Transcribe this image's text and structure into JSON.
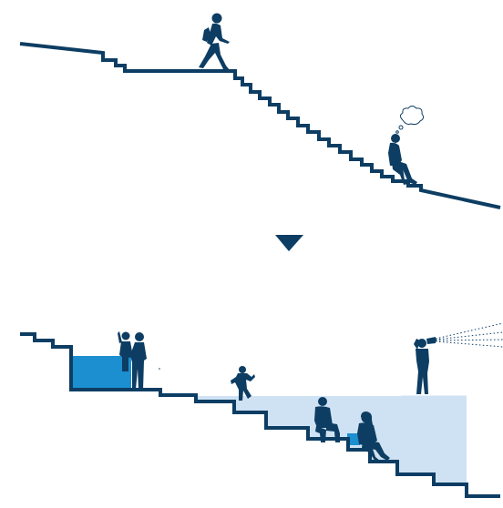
{
  "diagram": {
    "kind": "before-after stair comparison",
    "panels": [
      {
        "name": "before",
        "elements": [
          "plain-stair-line",
          "walking-person",
          "sitting-person",
          "thought-bubble"
        ]
      },
      {
        "name": "after",
        "elements": [
          "terraced-stair-line",
          "raised-planter-box",
          "standing-couple",
          "jumping-child",
          "seating-terrace-area",
          "seated-person",
          "seated-woman",
          "small-step-block",
          "photographer",
          "camera-view-lines"
        ]
      }
    ],
    "transition": "down-arrow"
  },
  "colors": {
    "line": "#0d3d63",
    "figure": "#0d3d63",
    "planter": "#1b8fd0",
    "terrace_fill": "#cfe2f3",
    "block": "#1b8fd0",
    "arrow": "#0d3d63",
    "background": "#ffffff"
  }
}
